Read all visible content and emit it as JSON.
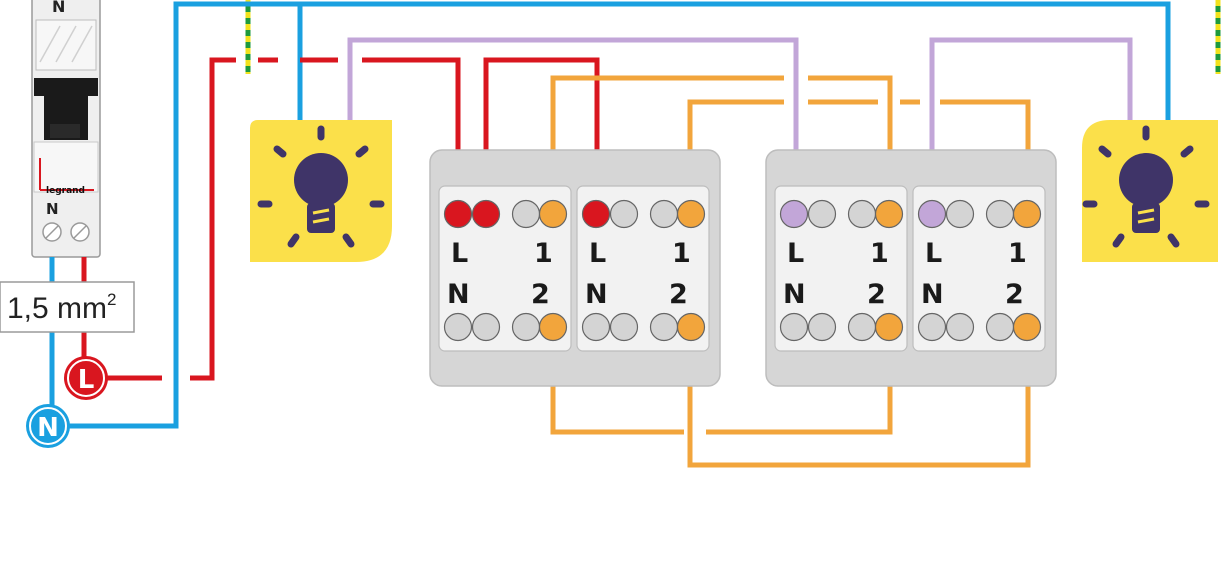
{
  "colors": {
    "live": "#d9161f",
    "neutral": "#1aa0e0",
    "traveller": "#f2a53c",
    "switched": "#c2a6d8",
    "earth_green": "#1e9a3c",
    "earth_yellow": "#f2e21c",
    "lamp_bg": "#fbe04a",
    "bulb": "#3f3468",
    "panel_outer": "#d6d6d6",
    "panel_inner": "#f2f2f2",
    "terminal_grey": "#d4d4d4"
  },
  "breaker": {
    "top_label": "N",
    "bottom_label": "N",
    "brand": "legrand",
    "icon": "circuit-breaker"
  },
  "cable_section": {
    "value": "1,5 mm",
    "exponent": "2"
  },
  "supply": {
    "live_label": "L",
    "neutral_label": "N"
  },
  "lamps": [
    {
      "icon": "light-bulb-icon"
    },
    {
      "icon": "light-bulb-icon"
    }
  ],
  "switch_module": {
    "terminal_labels": {
      "L": "L",
      "N": "N",
      "one": "1",
      "two": "2"
    }
  }
}
